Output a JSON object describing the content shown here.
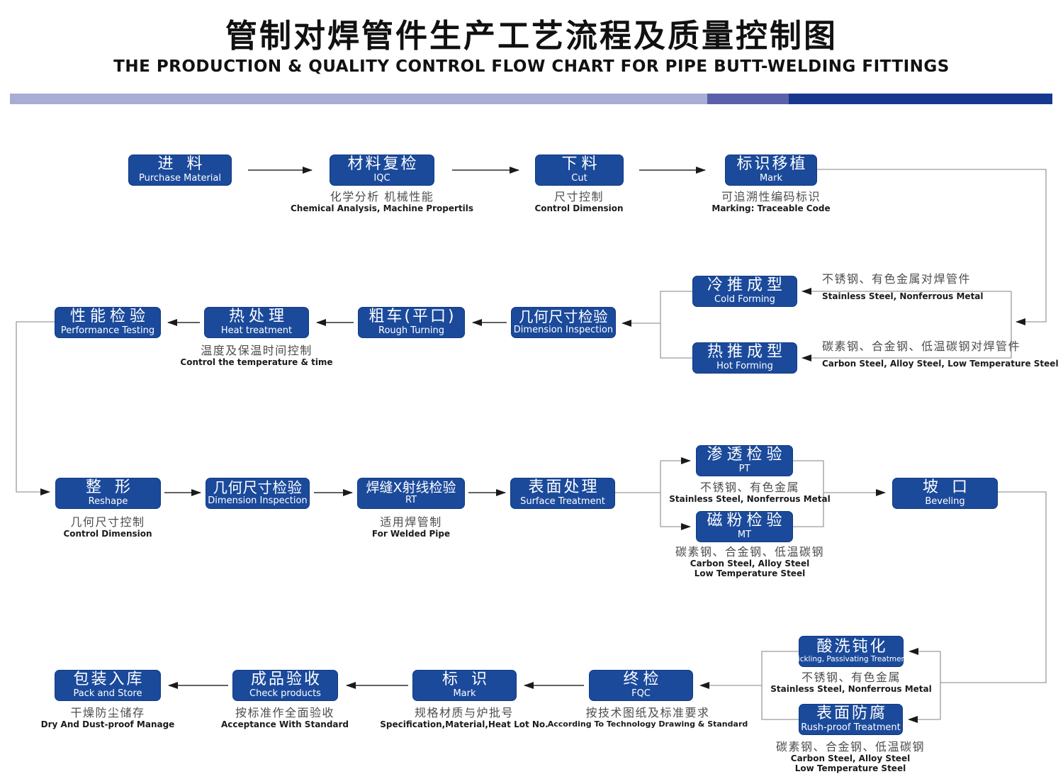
{
  "title": {
    "cn": "管制对焊管件生产工艺流程及质量控制图",
    "en": "THE PRODUCTION & QUALITY CONTROL FLOW CHART FOR PIPE BUTT-WELDING FITTINGS"
  },
  "nodes": {
    "purchase": {
      "cn": "进 料",
      "en": "Purchase Material"
    },
    "iqc": {
      "cn": "材料复检",
      "en": "IQC"
    },
    "cut": {
      "cn": "下料",
      "en": "Cut"
    },
    "mark1": {
      "cn": "标识移植",
      "en": "Mark"
    },
    "cold": {
      "cn": "冷推成型",
      "en": "Cold Forming"
    },
    "hot": {
      "cn": "热推成型",
      "en": "Hot Forming"
    },
    "dim1": {
      "cn": "几何尺寸检验",
      "en": "Dimension Inspection"
    },
    "rough": {
      "cn": "粗车(平口)",
      "en": "Rough Turning"
    },
    "heat": {
      "cn": "热处理",
      "en": "Heat treatment"
    },
    "performance": {
      "cn": "性能检验",
      "en": "Performance Testing"
    },
    "reshape": {
      "cn": "整 形",
      "en": "Reshape"
    },
    "dim2": {
      "cn": "几何尺寸检验",
      "en": "Dimension Inspection"
    },
    "rt": {
      "cn": "焊缝X射线检验",
      "en": "RT"
    },
    "surface": {
      "cn": "表面处理",
      "en": "Surface Treatment"
    },
    "pt": {
      "cn": "渗透检验",
      "en": "PT"
    },
    "mt": {
      "cn": "磁粉检验",
      "en": "MT"
    },
    "beveling": {
      "cn": "坡 口",
      "en": "Beveling"
    },
    "pickling": {
      "cn": "酸洗钝化",
      "en": "Pickling, Passivating Treatment"
    },
    "rustproof": {
      "cn": "表面防腐",
      "en": "Rush-proof Treatment"
    },
    "fqc": {
      "cn": "终检",
      "en": "FQC"
    },
    "mark2": {
      "cn": "标 识",
      "en": "Mark"
    },
    "check": {
      "cn": "成品验收",
      "en": "Check products"
    },
    "pack": {
      "cn": "包装入库",
      "en": "Pack and Store"
    }
  },
  "notes": {
    "iqc": {
      "cn": "化学分析 机械性能",
      "en": "Chemical Analysis, Machine Propertils"
    },
    "cut": {
      "cn": "尺寸控制",
      "en": "Control Dimension"
    },
    "mark1": {
      "cn": "可追溯性编码标识",
      "en": "Marking: Traceable Code"
    },
    "cold": {
      "cn": "不锈钢、有色金属对焊管件",
      "en": "Stainless Steel, Nonferrous Metal"
    },
    "hot": {
      "cn": "碳素钢、合金钢、低温碳钢对焊管件",
      "en": "Carbon Steel, Alloy Steel, Low Temperature Steel"
    },
    "heat": {
      "cn": "温度及保温时间控制",
      "en": "Control the temperature & time"
    },
    "reshape": {
      "cn": "几何尺寸控制",
      "en": "Control Dimension"
    },
    "rt": {
      "cn": "适用焊管制",
      "en": "For Welded Pipe"
    },
    "pt": {
      "cn": "不锈钢、有色金属",
      "en": "Stainless Steel, Nonferrous Metal"
    },
    "mt": {
      "cn": "碳素钢、合金钢、低温碳钢",
      "en": "Carbon Steel, Alloy Steel",
      "en2": "Low Temperature Steel"
    },
    "pickling": {
      "cn": "不锈钢、有色金属",
      "en": "Stainless Steel, Nonferrous Metal"
    },
    "rustproof": {
      "cn": "碳素钢、合金钢、低温碳钢",
      "en": "Carbon Steel, Alloy Steel",
      "en2": "Low Temperature Steel"
    },
    "pack": {
      "cn": "干燥防尘储存",
      "en": "Dry And Dust-proof Manage"
    },
    "check": {
      "cn": "按标准作全面验收",
      "en": "Acceptance With Standard"
    },
    "mark2": {
      "cn": "规格材质与炉批号",
      "en": "Specification,Material,Heat Lot No."
    },
    "fqc": {
      "cn": "按技术图纸及标准要求",
      "en": "According To Technology Drawing & Standard"
    }
  },
  "flow_edges": [
    [
      "purchase",
      "iqc"
    ],
    [
      "iqc",
      "cut"
    ],
    [
      "cut",
      "mark1"
    ],
    [
      "mark1",
      "cold"
    ],
    [
      "mark1",
      "hot"
    ],
    [
      "cold",
      "dim1"
    ],
    [
      "hot",
      "dim1"
    ],
    [
      "dim1",
      "rough"
    ],
    [
      "rough",
      "heat"
    ],
    [
      "heat",
      "performance"
    ],
    [
      "performance",
      "reshape"
    ],
    [
      "reshape",
      "dim2"
    ],
    [
      "dim2",
      "rt"
    ],
    [
      "rt",
      "surface"
    ],
    [
      "surface",
      "pt"
    ],
    [
      "surface",
      "mt"
    ],
    [
      "pt",
      "beveling"
    ],
    [
      "mt",
      "beveling"
    ],
    [
      "beveling",
      "pickling"
    ],
    [
      "beveling",
      "rustproof"
    ],
    [
      "pickling",
      "fqc"
    ],
    [
      "rustproof",
      "fqc"
    ],
    [
      "fqc",
      "mark2"
    ],
    [
      "mark2",
      "check"
    ],
    [
      "check",
      "pack"
    ]
  ],
  "colors": {
    "box": "#1b4a9b",
    "box_border": "#0f3a82",
    "bar_light": "#a8add6",
    "bar_mid": "#5a61aa",
    "bar_dark": "#16388f",
    "line": "#9c9c9c",
    "arrow_line": "#2e2e2e",
    "arrowhead": "#1a1a1a",
    "text_dark": "#111111",
    "note_cn": "#4d4d4d",
    "note_en": "#1b1b1b"
  }
}
